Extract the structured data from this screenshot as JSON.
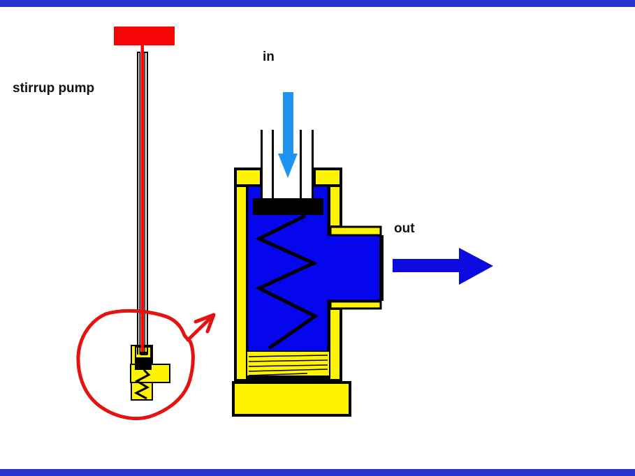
{
  "labels": {
    "left_pump": "stirrup pump",
    "inlet": "in",
    "outlet": "out"
  },
  "colors": {
    "frame_bar": "#2833CC",
    "red": "#F50505",
    "yellow": "#FFF400",
    "chamber_blue": "#0505EE",
    "in_arrow": "#1E93F0",
    "out_arrow": "#0B0BDF",
    "outline": "#000000",
    "background": "#FFFFFF",
    "annotation_red": "#E51212"
  }
}
